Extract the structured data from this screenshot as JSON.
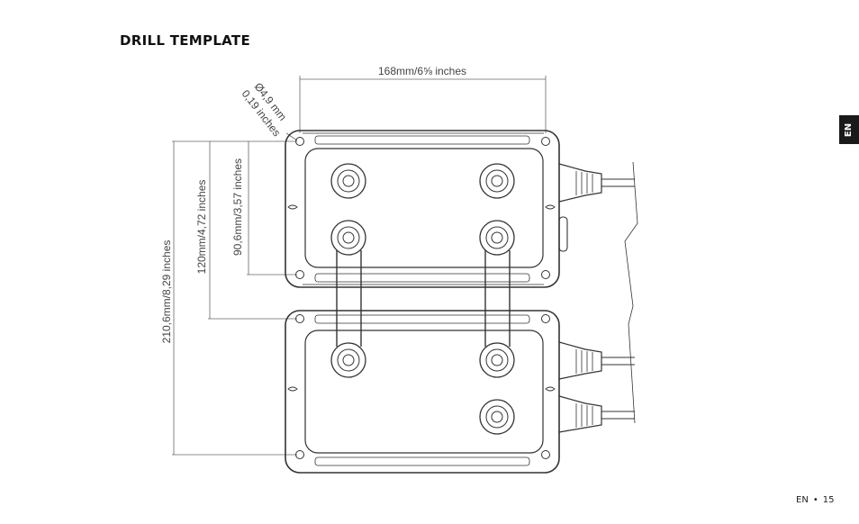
{
  "title": "DRILL TEMPLATE",
  "lang_tab": "EN",
  "footer": {
    "lang": "EN",
    "separator": "•",
    "page": "15"
  },
  "dimensions": {
    "width": "168mm/6⅝ inches",
    "hole_mm": "Ø4,9 mm",
    "hole_in": "0,19 inches",
    "height_inner": "90,6mm/3,57 inches",
    "pitch": "120mm/4,72 inches",
    "height_total": "210,6mm/8,29 inches"
  }
}
